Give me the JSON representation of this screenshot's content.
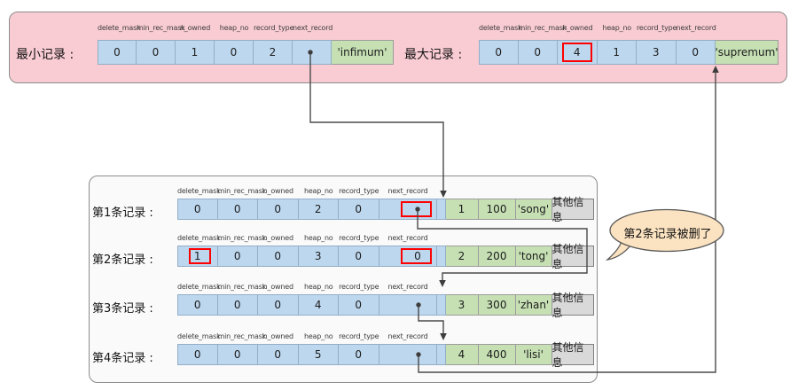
{
  "colors": {
    "panel_pink": "#f9ccd3",
    "cell_blue": "#bdd7ee",
    "cell_green": "#c6e0b4",
    "cell_gray": "#d9d9d9",
    "highlight_red": "#fe0000",
    "bubble_peach": "#fbe2c0",
    "arrow": "#4a4a4a"
  },
  "field_headers": [
    "delete_mask",
    "min_rec_mask",
    "n_owned",
    "heap_no",
    "record_type",
    "next_record"
  ],
  "infimum": {
    "label": "最小记录 :",
    "values": [
      "0",
      "0",
      "1",
      "0",
      "2"
    ],
    "next_value": "",
    "name_value": "'infimum'"
  },
  "supremum": {
    "label": "最大记录 :",
    "values": [
      "0",
      "0",
      "4",
      "1",
      "3",
      "0"
    ],
    "name_value": "'supremum'",
    "highlighted_field": "n_owned"
  },
  "records": [
    {
      "label": "第1条记录 :",
      "header_values": [
        "0",
        "0",
        "0",
        "2",
        "0"
      ],
      "next_value": "",
      "columns": [
        "1",
        "100",
        "'song'"
      ],
      "other": "其他信息"
    },
    {
      "label": "第2条记录 :",
      "header_values": [
        "1",
        "0",
        "0",
        "3",
        "0"
      ],
      "next_value": "0",
      "columns": [
        "2",
        "200",
        "'tong'"
      ],
      "other": "其他信息"
    },
    {
      "label": "第3条记录 :",
      "header_values": [
        "0",
        "0",
        "0",
        "4",
        "0"
      ],
      "next_value": "",
      "columns": [
        "3",
        "300",
        "'zhan'"
      ],
      "other": "其他信息"
    },
    {
      "label": "第4条记录 :",
      "header_values": [
        "0",
        "0",
        "0",
        "5",
        "0"
      ],
      "next_value": "",
      "columns": [
        "4",
        "400",
        "'lisi'"
      ],
      "other": "其他信息"
    }
  ],
  "callout": {
    "text": "第2条记录被删了"
  }
}
